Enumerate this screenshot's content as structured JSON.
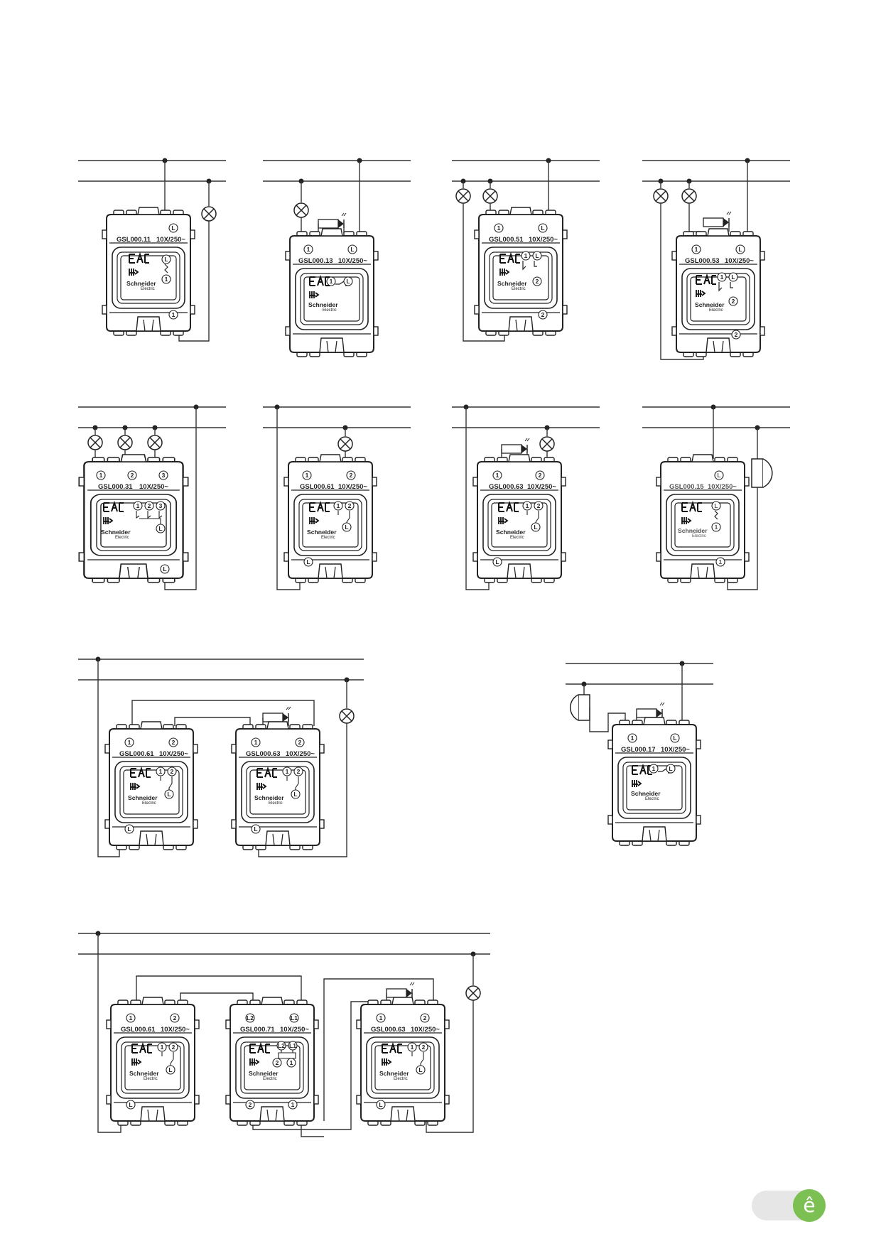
{
  "brand": {
    "name": "Schneider",
    "sub": "Electric",
    "cert": "EAC"
  },
  "rating": "10X/250~",
  "terminals": {
    "L": "L",
    "L1": "L1",
    "L2": "L2",
    "one": "1",
    "two": "2",
    "three": "3"
  },
  "models": {
    "m11": "GSL000.11",
    "m13": "GSL000.13",
    "m51": "GSL000.51",
    "m53": "GSL000.53",
    "m31": "GSL000.31",
    "m61": "GSL000.61",
    "m63": "GSL000.63",
    "m15": "GSL000.15",
    "m17": "GSL000.17",
    "m71": "GSL000.71"
  },
  "colors": {
    "line": "#333333",
    "badge": "#e6e6e6",
    "logo": "#7cbf52"
  },
  "icons": [
    "lamp-icon",
    "dimmer-icon",
    "bell-icon",
    "logo-icon"
  ],
  "logo_glyph": "ê"
}
